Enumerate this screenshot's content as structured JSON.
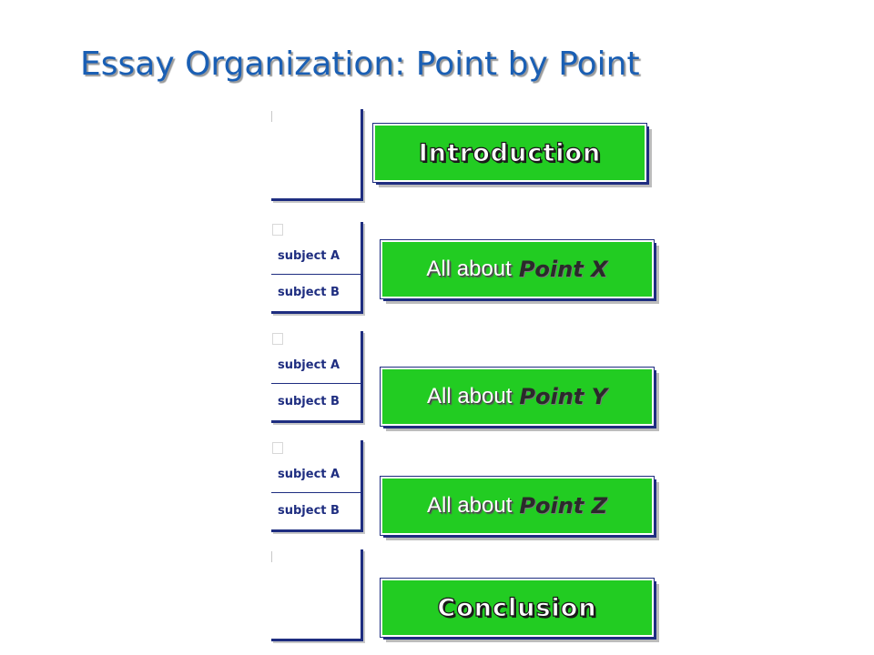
{
  "title": "Essay Organization: Point by Point",
  "colors": {
    "title": "#1a5fb4",
    "box_fill": "#22cc22",
    "outline": "#1e2d80"
  },
  "introduction": {
    "label": "Introduction"
  },
  "points": [
    {
      "prefix": "All about",
      "point": "Point X",
      "subject_a": "subject A",
      "subject_b": "subject B"
    },
    {
      "prefix": "All about",
      "point": "Point Y",
      "subject_a": "subject A",
      "subject_b": "subject B"
    },
    {
      "prefix": "All about",
      "point": "Point Z",
      "subject_a": "subject A",
      "subject_b": "subject B"
    }
  ],
  "conclusion": {
    "label": "Conclusion"
  }
}
